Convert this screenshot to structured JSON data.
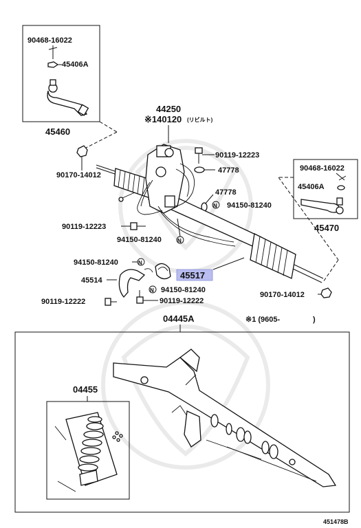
{
  "labels": {
    "p90468_left": "90468-16022",
    "p45406A_left": "45406A",
    "p45460": "45460",
    "p44250": "44250",
    "p40120": "※140120",
    "p40120_note": "(リビルト)",
    "p90119_top": "90119-12223",
    "p47778_a": "47778",
    "p90468_right": "90468-16022",
    "p45406A_right": "45406A",
    "p47778_b": "47778",
    "p94150_r": "94150-81240",
    "p45470": "45470",
    "p90170_left": "90170-14012",
    "p90119_mid": "90119-12223",
    "p94150_mid": "94150-81240",
    "p94150_low": "94150-81240",
    "p45517": "45517",
    "p45514": "45514",
    "p94150_low2": "94150-81240",
    "p90119_222a": "90119-12222",
    "p90119_222b": "90119-12222",
    "p90170_right": "90170-14012",
    "p04445A": "04445A",
    "note1": "※1 (9605-",
    "note1_close": ")",
    "p04455": "04455",
    "diagram_id": "451478B",
    "n_marker": "N"
  },
  "colors": {
    "line": "#111111",
    "highlight": "#b9bdf0"
  }
}
